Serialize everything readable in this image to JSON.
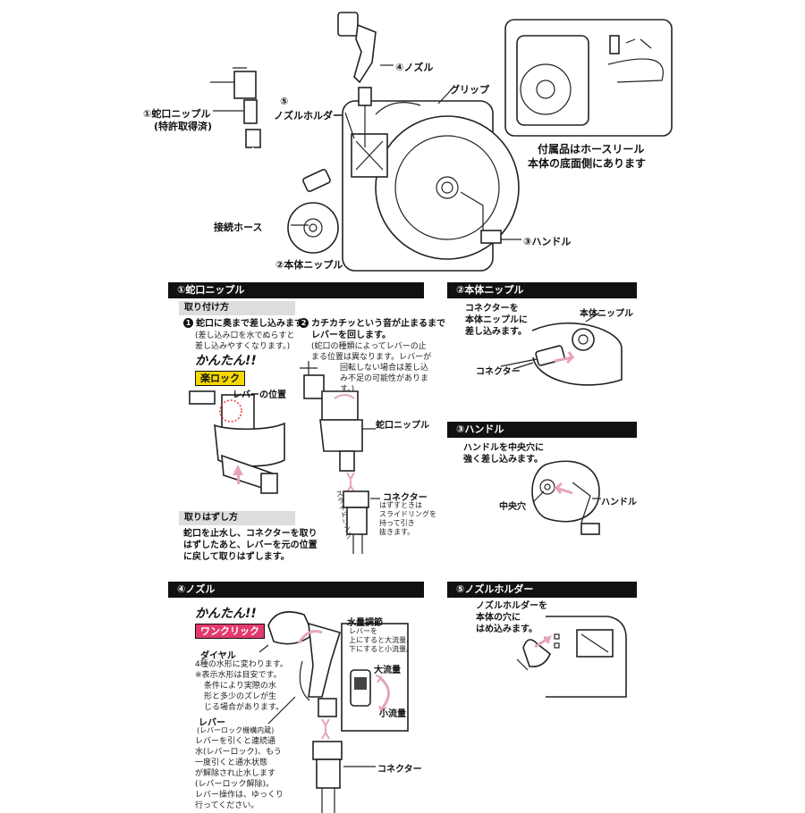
{
  "top": {
    "faucet_nipple": "①蛇口ニップル",
    "patent": "(特許取得済)",
    "holder_no": "⑤",
    "holder": "ノズルホルダー",
    "nozzle": "④ノズル",
    "grip": "グリップ",
    "hose": "接続ホース",
    "body_nipple": "②本体ニップル",
    "handle": "③ハンドル",
    "accessory_line1": "付属品はホースリール",
    "accessory_line2": "本体の底面側にあります"
  },
  "s1": {
    "title": "①蛇口ニップル",
    "attach": "取り付け方",
    "step1_num": "1",
    "step1": "蛇口に奥まで差し込みます。",
    "step1_note1": "(差し込み口を水でぬらすと",
    "step1_note2": "差し込みやすくなります。)",
    "step2_num": "2",
    "step2_line1": "カチカチッという音が止まるまで",
    "step2_line2": "レバーを回します。",
    "step2_note1": "(蛇口の種類によってレバーの止",
    "step2_note2": "まる位置は異なります。レバーが",
    "step2_note3": "回転しない場合は差し込",
    "step2_note4": "み不足の可能性がありま",
    "step2_note5": "す。)",
    "logo_top": "かんたん!!",
    "logo_bottom": "楽ロック",
    "lever_pos": "レバーの位置",
    "faucet_nipple": "蛇口ニップル",
    "connector": "コネクター",
    "release_note1": "はずすときは",
    "release_note2": "スライドリングを",
    "release_note3": "持って引き",
    "release_note4": "抜きます。",
    "slide_ring": "スライドリング",
    "remove": "取りはずし方",
    "remove_line1": "蛇口を止水し、コネクターを取り",
    "remove_line2": "はずしたあと、レバーを元の位置",
    "remove_line3": "に戻して取りはずします。"
  },
  "s2": {
    "title": "②本体ニップル",
    "desc1": "コネクターを",
    "desc2": "本体ニップルに",
    "desc3": "差し込みます。",
    "body_nipple": "本体ニップル",
    "connector": "コネクター"
  },
  "s3": {
    "title": "③ハンドル",
    "desc1": "ハンドルを中央穴に",
    "desc2": "強く差し込みます。",
    "center_hole": "中央穴",
    "handle": "ハンドル"
  },
  "s4": {
    "title": "④ノズル",
    "logo_top": "かんたん!!",
    "logo_bottom": "ワンクリック",
    "dial": "ダイヤル",
    "dial_desc1": "4種の水形に変わります。",
    "dial_desc2": "※表示水形は目安です。",
    "dial_desc3": "条件により実際の水",
    "dial_desc4": "形と多少のズレが生",
    "dial_desc5": "じる場合があります。",
    "lever": "レバー",
    "lever_sub": "(レバーロック機構内蔵)",
    "lever_desc1": "レバーを引くと連続通",
    "lever_desc2": "水(レバーロック)、もう",
    "lever_desc3": "一度引くと通水状態",
    "lever_desc4": "が解除され止水します",
    "lever_desc5": "(レバーロック解除)。",
    "lever_desc6": "レバー操作は、ゆっくり",
    "lever_desc7": "行ってください。",
    "flow_title": "水量調節",
    "flow_desc1": "レバーを",
    "flow_desc2": "上にすると大流量、",
    "flow_desc3": "下にすると小流量。",
    "large": "大流量",
    "small": "小流量",
    "connector": "コネクター"
  },
  "s5": {
    "title": "⑤ノズルホルダー",
    "desc1": "ノズルホルダーを",
    "desc2": "本体の穴に",
    "desc3": "はめ込みます。"
  },
  "colors": {
    "pink": "#e6a4bc",
    "yellow": "#f5d800",
    "black": "#111111"
  }
}
